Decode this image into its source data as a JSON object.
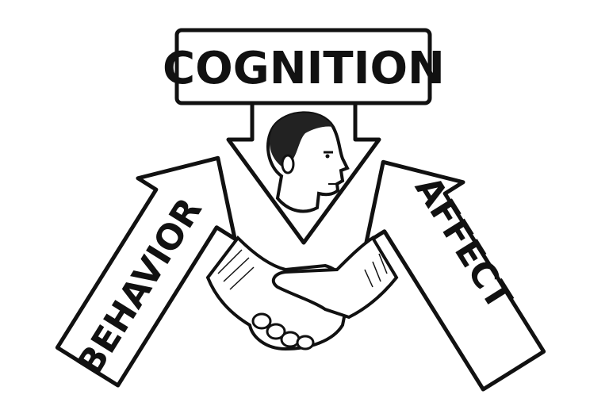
{
  "labels": {
    "cognition": "COGNITION",
    "behavior": "BEHAVIOR",
    "affect": "AFFECT"
  },
  "colors": {
    "ink": "#111111",
    "paper": "#ffffff",
    "skin": "#f4f4f4"
  }
}
